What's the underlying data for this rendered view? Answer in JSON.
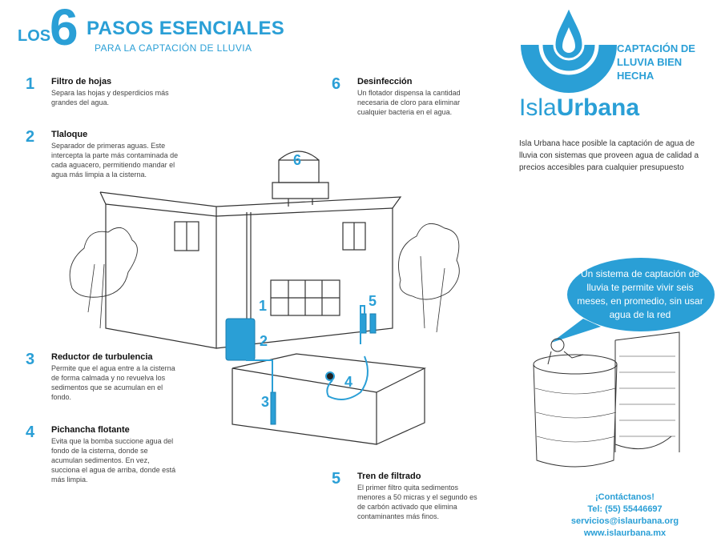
{
  "header": {
    "los": "LOS",
    "six": "6",
    "title": "PASOS ESENCIALES",
    "subtitle": "PARA LA CAPTACIÓN DE LLUVIA"
  },
  "steps": [
    {
      "num": "1",
      "title": "Filtro de hojas",
      "text": "Separa las hojas y desperdicios más grandes del agua."
    },
    {
      "num": "2",
      "title": "Tlaloque",
      "text": "Separador de primeras aguas. Este intercepta la parte más contaminada de cada aguacero, permitiendo mandar el agua más limpia a la cisterna."
    },
    {
      "num": "3",
      "title": "Reductor de turbulencia",
      "text": "Permite que el agua entre a la cisterna de forma calmada  y no revuelva los sedimentos que se acumulan en el fondo."
    },
    {
      "num": "4",
      "title": "Pichancha flotante",
      "text": "Evita que la bomba succione agua del fondo de la cisterna, donde se acumulan sedimentos. En vez, succiona el agua de arriba, donde está más limpia."
    },
    {
      "num": "5",
      "title": "Tren de filtrado",
      "text": "El primer filtro quita sedimentos menores a 50 micras y el segundo es de carbón activado que elimina contaminantes más finos."
    },
    {
      "num": "6",
      "title": "Desinfección",
      "text": "Un flotador dispensa la cantidad necesaria de cloro para eliminar cualquier bacteria en el agua."
    }
  ],
  "illustration_labels": [
    "1",
    "2",
    "3",
    "4",
    "5",
    "6"
  ],
  "brand": {
    "name_light": "Isla",
    "name_bold": "Urbana",
    "tagline": "CAPTACIÓN DE LLUVIA BIEN HECHA",
    "description": "Isla Urbana hace posible la captación de agua de lluvia con sistemas que proveen agua de calidad a precios accesibles para cualquier presupuesto"
  },
  "bubble": "Un sistema de captación de lluvia te permite vivir seis meses, en promedio, sin usar agua de la red",
  "contact": {
    "heading": "¡Contáctanos!",
    "phone": "Tel: (55) 55446697",
    "email": "servicios@islaurbana.org",
    "web": "www.islaurbana.mx"
  },
  "colors": {
    "accent": "#2a9fd6",
    "text": "#222222"
  }
}
